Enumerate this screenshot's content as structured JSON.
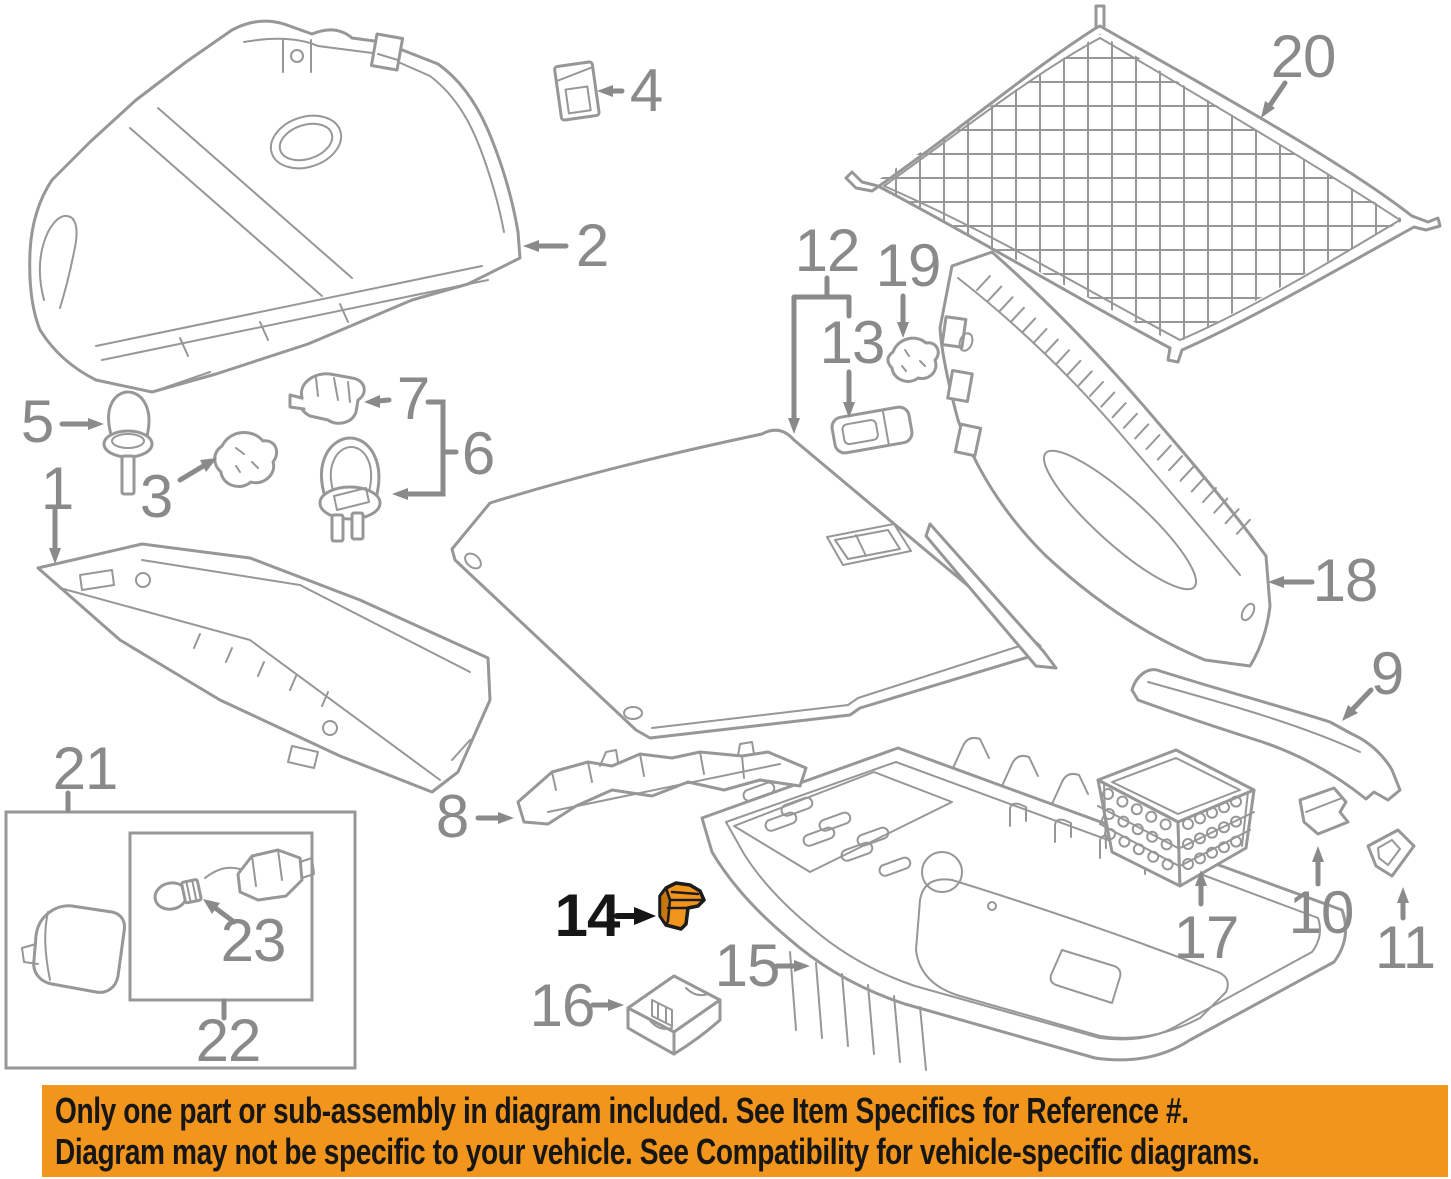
{
  "banner": {
    "line1": "Only one part or sub-assembly in diagram included. See Item Specifics for Reference #.",
    "line2": "Diagram may not be specific to your vehicle. See Compatibility for vehicle-specific diagrams.",
    "bg_color": "#F2951D",
    "text_color": "#1A1A1A"
  },
  "diagram": {
    "line_color": "#979797",
    "label_color": "#8A8A8A",
    "highlight_color": "#F2951D",
    "highlight_dark": "#C7770B",
    "highlight_label_color": "#161616",
    "highlighted_callout": "14",
    "callouts": {
      "1": {
        "num": "1"
      },
      "2": {
        "num": "2"
      },
      "3": {
        "num": "3"
      },
      "4": {
        "num": "4"
      },
      "5": {
        "num": "5"
      },
      "6": {
        "num": "6"
      },
      "7": {
        "num": "7"
      },
      "8": {
        "num": "8"
      },
      "9": {
        "num": "9"
      },
      "10": {
        "num": "10"
      },
      "11": {
        "num": "11"
      },
      "12": {
        "num": "12"
      },
      "13": {
        "num": "13"
      },
      "14": {
        "num": "14"
      },
      "15": {
        "num": "15"
      },
      "16": {
        "num": "16"
      },
      "17": {
        "num": "17"
      },
      "18": {
        "num": "18"
      },
      "19": {
        "num": "19"
      },
      "20": {
        "num": "20"
      },
      "21": {
        "num": "21"
      },
      "22": {
        "num": "22"
      },
      "23": {
        "num": "23"
      }
    }
  }
}
